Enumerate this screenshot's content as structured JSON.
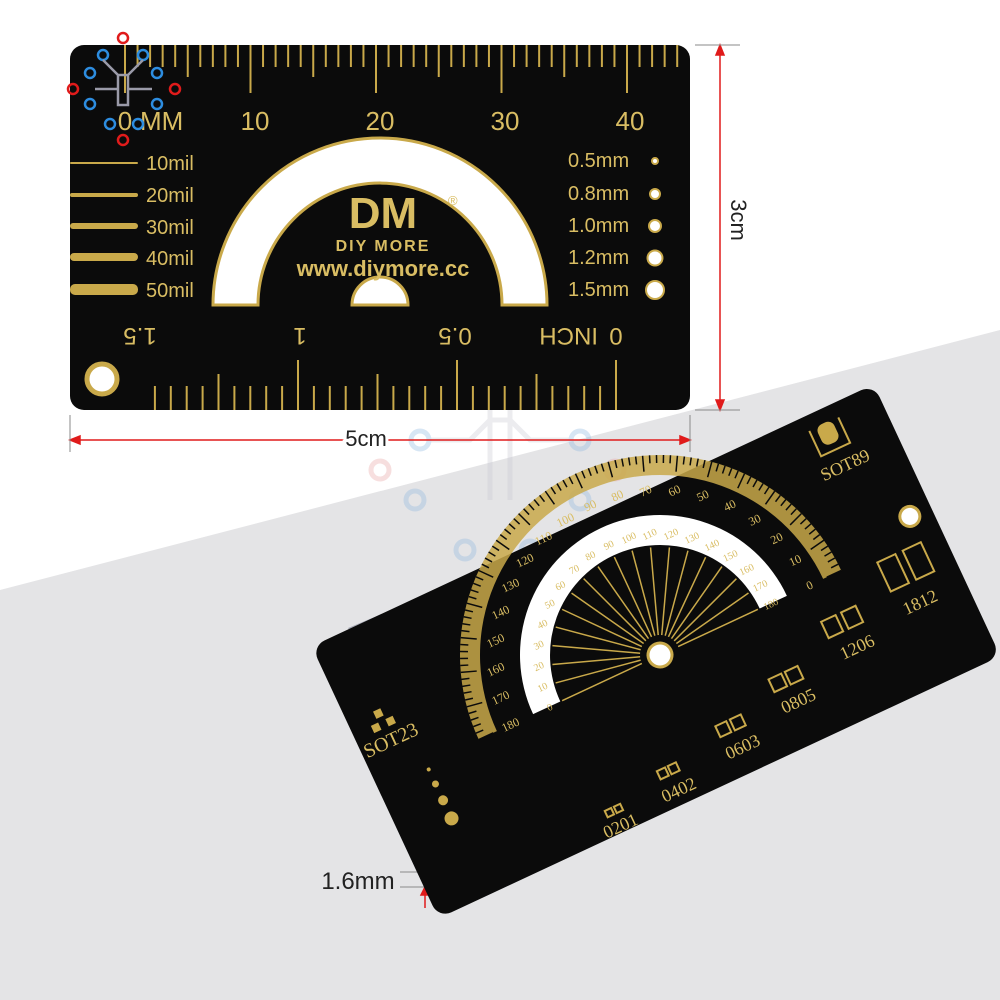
{
  "colors": {
    "board": "#0b0b0b",
    "gold": "#c9a94a",
    "dimension_red": "#e01b1b",
    "background_grey": "#e6e6e8"
  },
  "ruler_card": {
    "mm_label": "MM",
    "mm_ticks": [
      "0",
      "10",
      "20",
      "30",
      "40"
    ],
    "trace_labels": [
      "10mil",
      "20mil",
      "30mil",
      "40mil",
      "50mil"
    ],
    "hole_labels": [
      "0.5mm",
      "0.8mm",
      "1.0mm",
      "1.2mm",
      "1.5mm"
    ],
    "brand_logo": "DM",
    "brand_name": "DIY MORE",
    "url": "www.diymore.cc",
    "inch_label": "INCH",
    "inch_ticks": [
      "0",
      "0.5",
      "1",
      "1.5"
    ]
  },
  "dimensions": {
    "width": "5cm",
    "height": "3cm",
    "thickness": "1.6mm"
  },
  "protractor_card": {
    "outer_angles": [
      "0",
      "10",
      "20",
      "30",
      "40",
      "50",
      "60",
      "70",
      "80",
      "90",
      "100",
      "110",
      "120",
      "130",
      "140",
      "150",
      "160",
      "170",
      "180"
    ],
    "inner_angles": [
      "0",
      "10",
      "20",
      "30",
      "40",
      "50",
      "60",
      "70",
      "80",
      "90",
      "100",
      "110",
      "120",
      "130",
      "140",
      "150",
      "160",
      "170",
      "180"
    ],
    "packages": [
      "SOT89",
      "SOT23",
      "1812",
      "1206",
      "0805",
      "0603",
      "0402",
      "0201"
    ]
  }
}
